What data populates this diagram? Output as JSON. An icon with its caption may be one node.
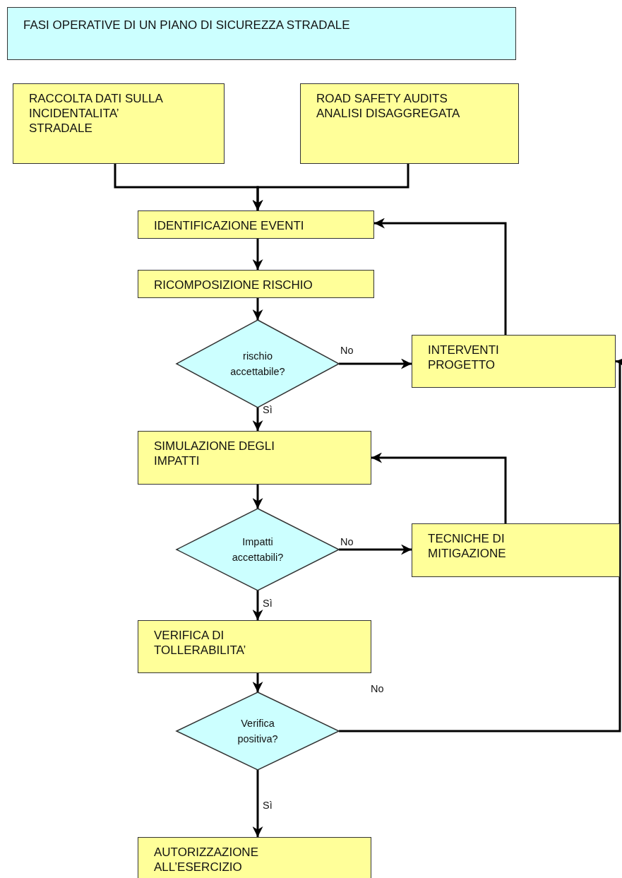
{
  "diagram": {
    "nodes": [
      {
        "text": [
          "FASI OPERATIVE DI UN PIANO DI SICUREZZA STRADALE"
        ]
      },
      {
        "text": [
          "RACCOLTA DATI SULLA INCIDENTALITA’ STRADALE"
        ]
      },
      {
        "text": [
          "ROAD SAFETY AUDITS",
          "ANALISI DISAGGREGATA"
        ]
      },
      {
        "text": [
          "IDENTIFICAZIONE EVENTI"
        ]
      },
      {
        "text": [
          "RICOMPOSIZIONE RISCHIO"
        ]
      },
      {
        "text": [
          "rischio accettabile?"
        ]
      },
      {
        "text": [
          "INTERVENTI PROGETTO"
        ]
      },
      {
        "text": [
          "SIMULAZIONE DEGLI IMPATTI"
        ]
      },
      {
        "text": [
          "Impatti accettabili?"
        ]
      },
      {
        "text": [
          "TECNICHE DI MITIGAZIONE"
        ]
      },
      {
        "text": [
          "VERIFICA DI TOLLERABILITA’"
        ]
      },
      {
        "text": [
          "Verifica positiva?"
        ]
      },
      {
        "text": [
          "AUTORIZZAZIONE ALL’ESERCIZIO"
        ]
      }
    ],
    "edges": [
      {
        "from": 1,
        "to": 3,
        "arrow": "to"
      },
      {
        "from": 2,
        "to": 3,
        "arrow": "to"
      },
      {
        "from": 3,
        "to": 4,
        "arrow": "to"
      },
      {
        "from": 4,
        "to": 5,
        "arrow": "to"
      },
      {
        "from": 5,
        "to": 6,
        "arrow": "to",
        "label": "No"
      },
      {
        "from": 5,
        "to": 7,
        "arrow": "to",
        "label": "Sì"
      },
      {
        "from": 6,
        "to": 3,
        "arrow": "to"
      },
      {
        "from": 7,
        "to": 8,
        "arrow": "to"
      },
      {
        "from": 8,
        "to": 9,
        "arrow": "to",
        "label": "No"
      },
      {
        "from": 9,
        "to": 7,
        "arrow": "to"
      },
      {
        "from": 8,
        "to": 10,
        "arrow": "to",
        "label": "Sì"
      },
      {
        "from": 10,
        "to": 11,
        "arrow": "to"
      },
      {
        "from": 11,
        "to": 6,
        "arrow": "to",
        "label": "No"
      },
      {
        "from": 11,
        "to": 12,
        "arrow": "to",
        "label": "Sì"
      }
    ]
  }
}
